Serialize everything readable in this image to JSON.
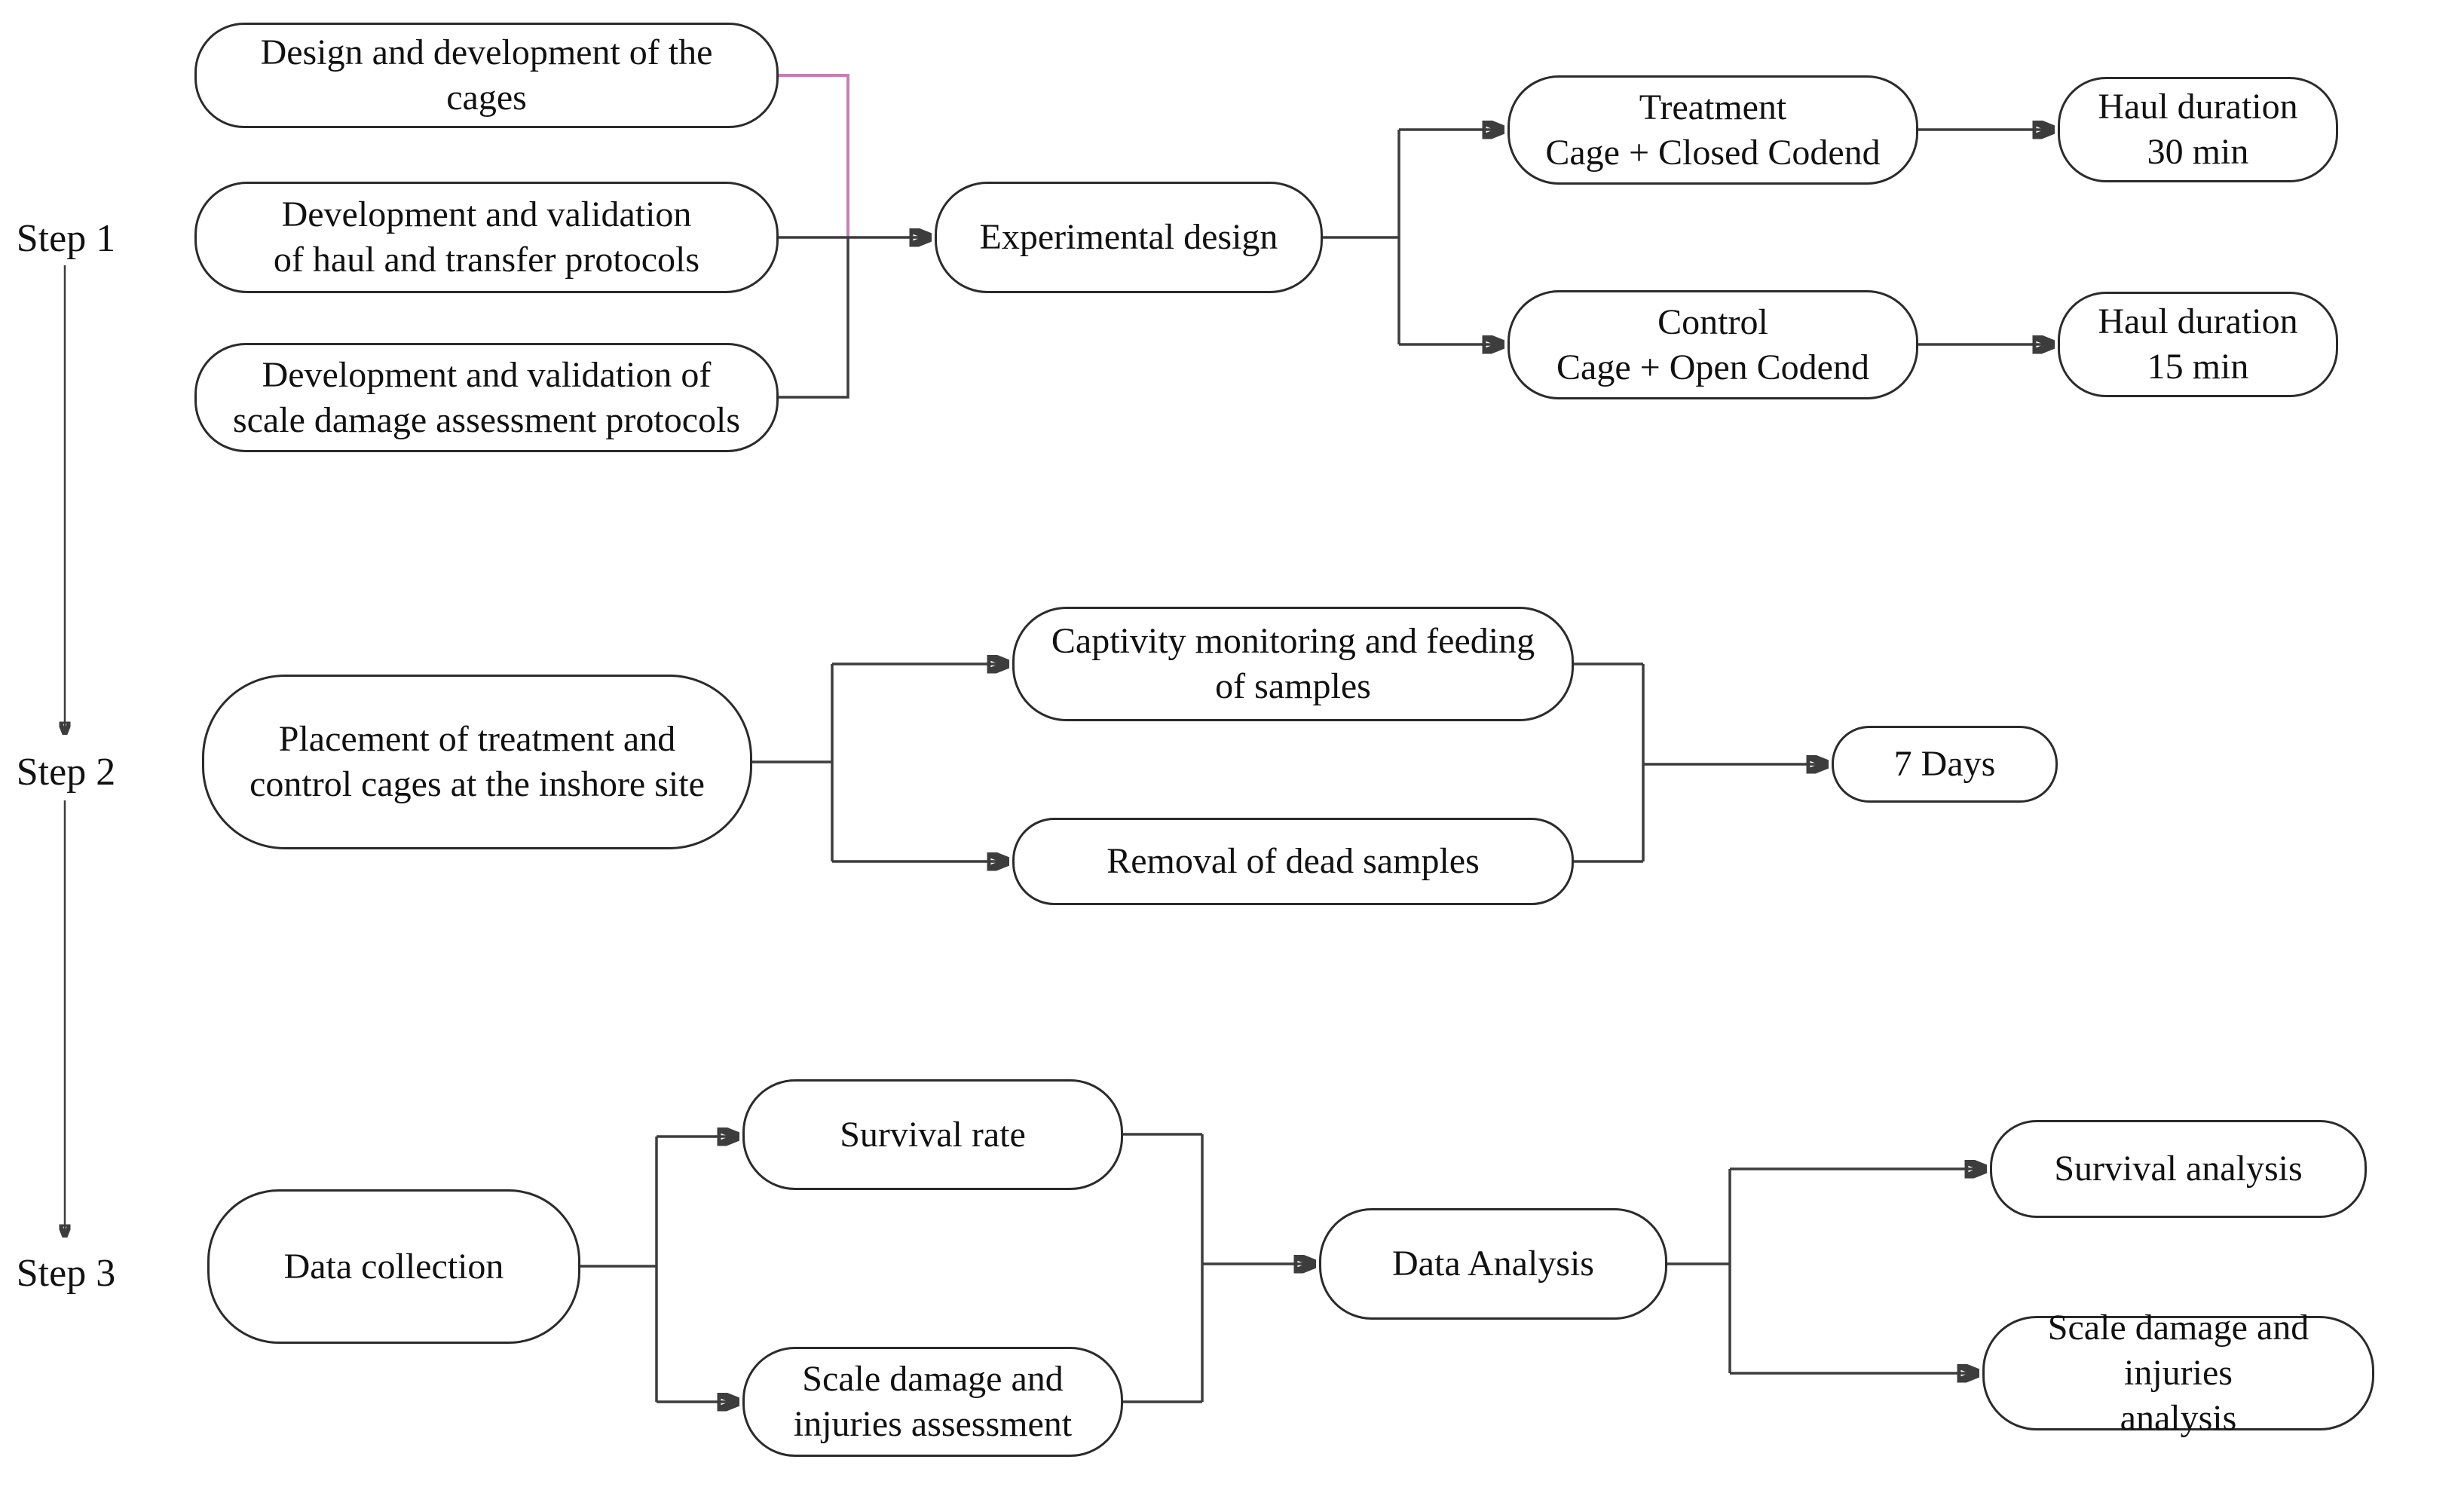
{
  "steps": [
    {
      "label": "Step 1"
    },
    {
      "label": "Step 2"
    },
    {
      "label": "Step 3"
    }
  ],
  "nodes": {
    "design_cages": {
      "label": "Design and development of the\ncages"
    },
    "haul_protocols": {
      "label": "Development and validation\nof haul and transfer protocols"
    },
    "scale_protocols": {
      "label": "Development and validation of\nscale damage assessment protocols"
    },
    "experimental_design": {
      "label": "Experimental design"
    },
    "treatment": {
      "label": "Treatment\nCage + Closed Codend"
    },
    "haul_30": {
      "label": "Haul duration\n30 min"
    },
    "control": {
      "label": "Control\nCage + Open Codend"
    },
    "haul_15": {
      "label": "Haul duration\n15 min"
    },
    "placement": {
      "label": "Placement of treatment and\ncontrol cages at the inshore site"
    },
    "captivity": {
      "label": "Captivity monitoring and feeding\nof samples"
    },
    "removal_dead": {
      "label": "Removal of dead samples"
    },
    "seven_days": {
      "label": "7 Days"
    },
    "data_collection": {
      "label": "Data collection"
    },
    "survival_rate": {
      "label": "Survival rate"
    },
    "scale_assessment": {
      "label": "Scale damage and\ninjuries assessment"
    },
    "data_analysis": {
      "label": "Data Analysis"
    },
    "survival_analysis": {
      "label": "Survival analysis"
    },
    "scale_analysis": {
      "label": "Scale damage and injuries\nanalysis"
    }
  },
  "colors": {
    "background": "#ffffff",
    "node_fill": "#ffffff",
    "node_border": "#2b2b2b",
    "text": "#111111",
    "connector": "#3d3d3d",
    "highlight_connector": "#c77fb3"
  }
}
